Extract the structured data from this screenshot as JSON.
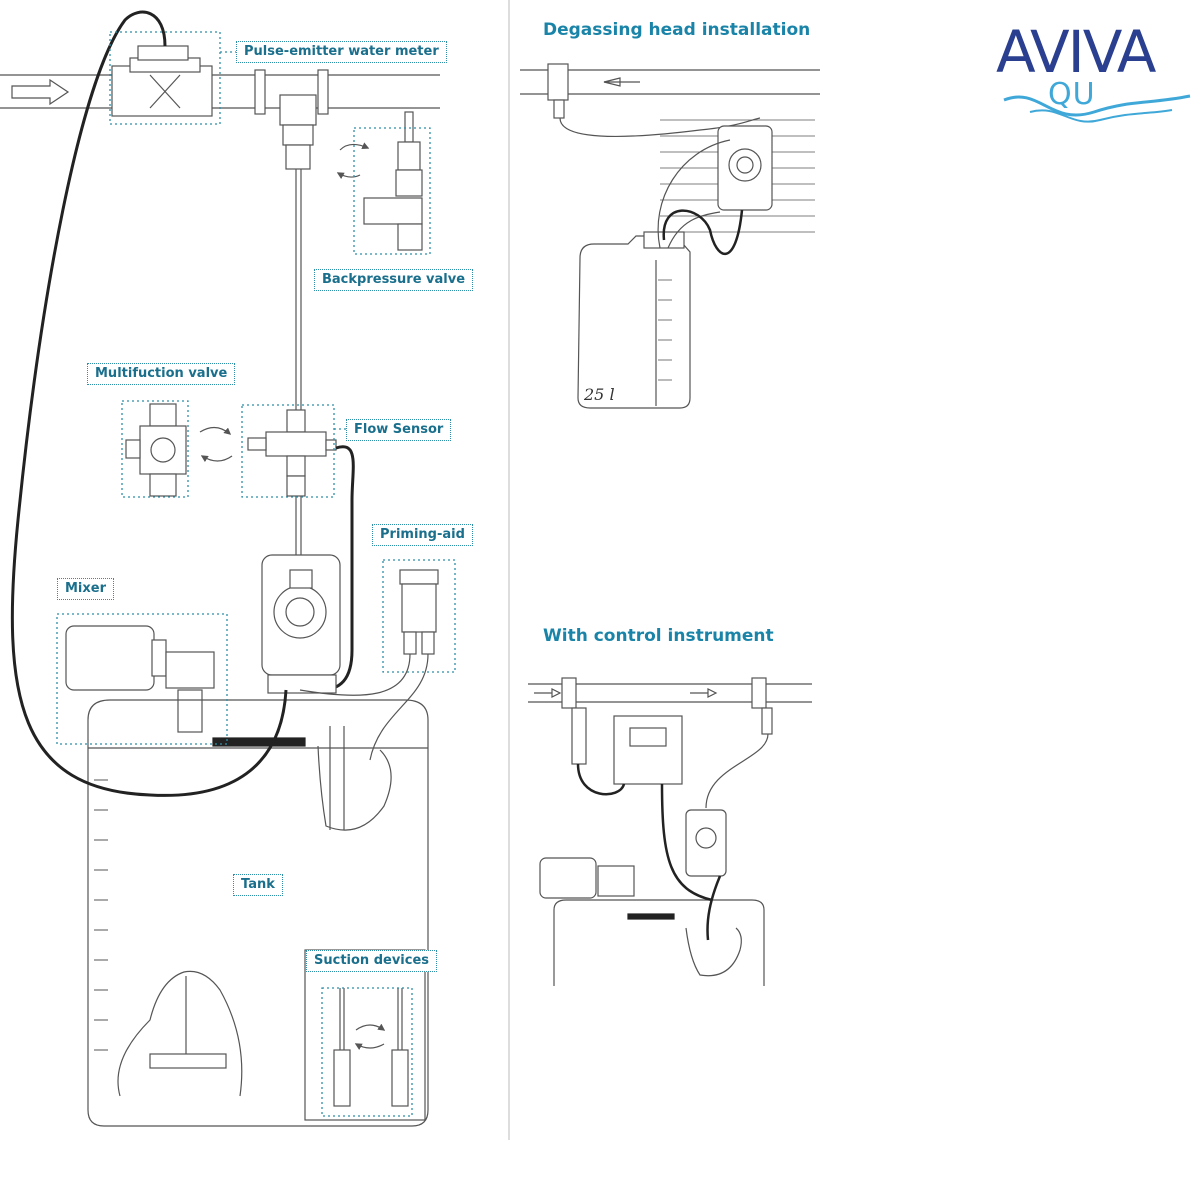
{
  "brand": {
    "logo_text_top": "AVIVA",
    "logo_text_bottom": "QU"
  },
  "labels": {
    "pulse_meter": "Pulse-emitter water meter",
    "backpressure": "Backpressure valve",
    "multifunction": "Multifuction valve",
    "flow_sensor": "Flow Sensor",
    "priming_aid": "Priming-aid",
    "mixer": "Mixer",
    "tank": "Tank",
    "suction": "Suction devices"
  },
  "headings": {
    "degassing": "Degassing head installation",
    "control": "With control instrument"
  },
  "canister_volume": "25 l",
  "colors": {
    "accent": "#2e8fa8",
    "heading": "#1a84a8",
    "logo_dark": "#2a3f8f",
    "logo_light": "#3fa8d8",
    "line": "#555555"
  }
}
